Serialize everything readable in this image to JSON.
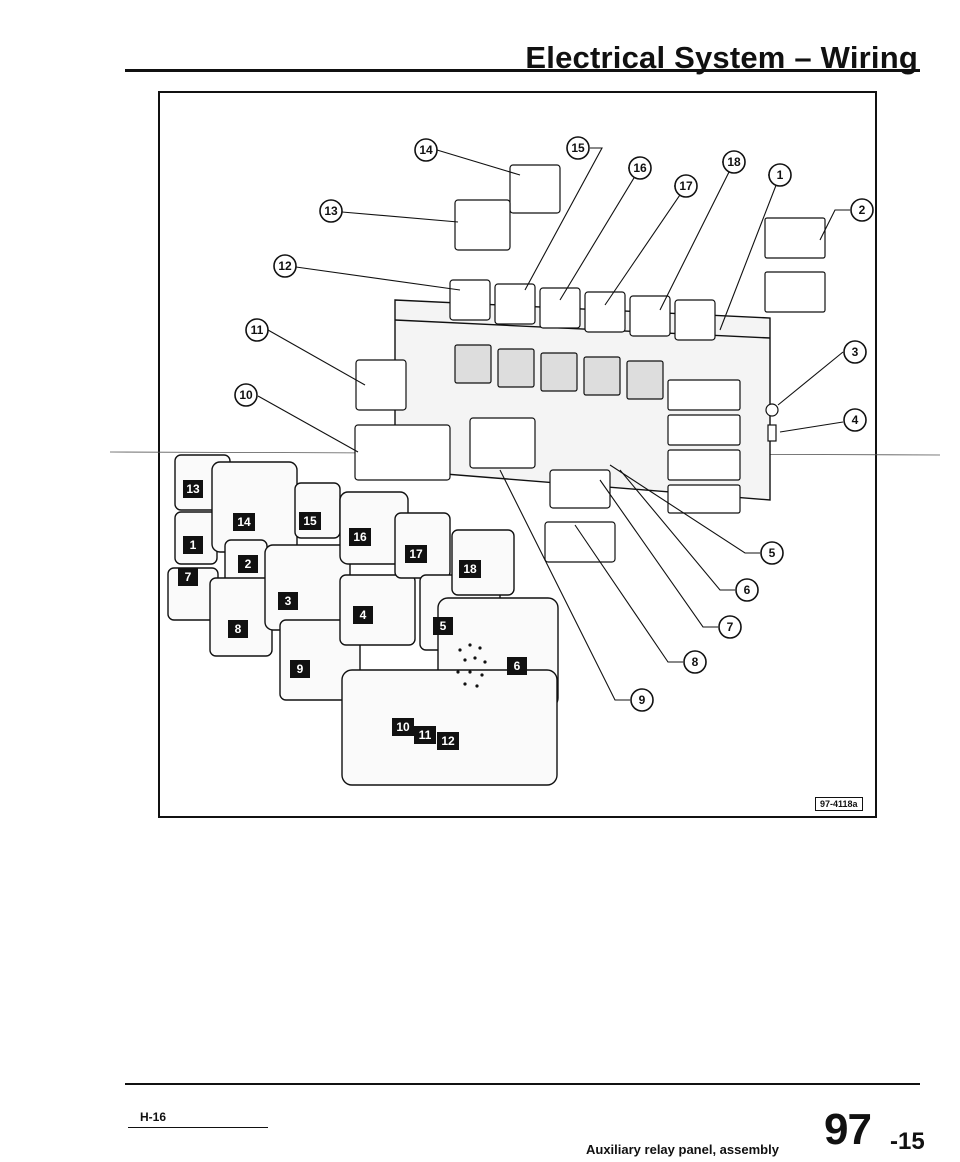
{
  "header": {
    "title": "Electrical System – Wiring"
  },
  "figure": {
    "reference": "97-4118a",
    "callouts": [
      "1",
      "2",
      "3",
      "4",
      "5",
      "6",
      "7",
      "8",
      "9",
      "10",
      "11",
      "12",
      "13",
      "14",
      "15",
      "16",
      "17",
      "18"
    ],
    "relay_labels": [
      "1",
      "2",
      "3",
      "4",
      "5",
      "6",
      "7",
      "8",
      "9",
      "10",
      "11",
      "12",
      "13",
      "14",
      "15",
      "16",
      "17",
      "18"
    ]
  },
  "footer": {
    "left_code": "H-16",
    "caption": "Auxiliary relay panel, assembly",
    "page_number": "97",
    "page_sub": "-15"
  }
}
